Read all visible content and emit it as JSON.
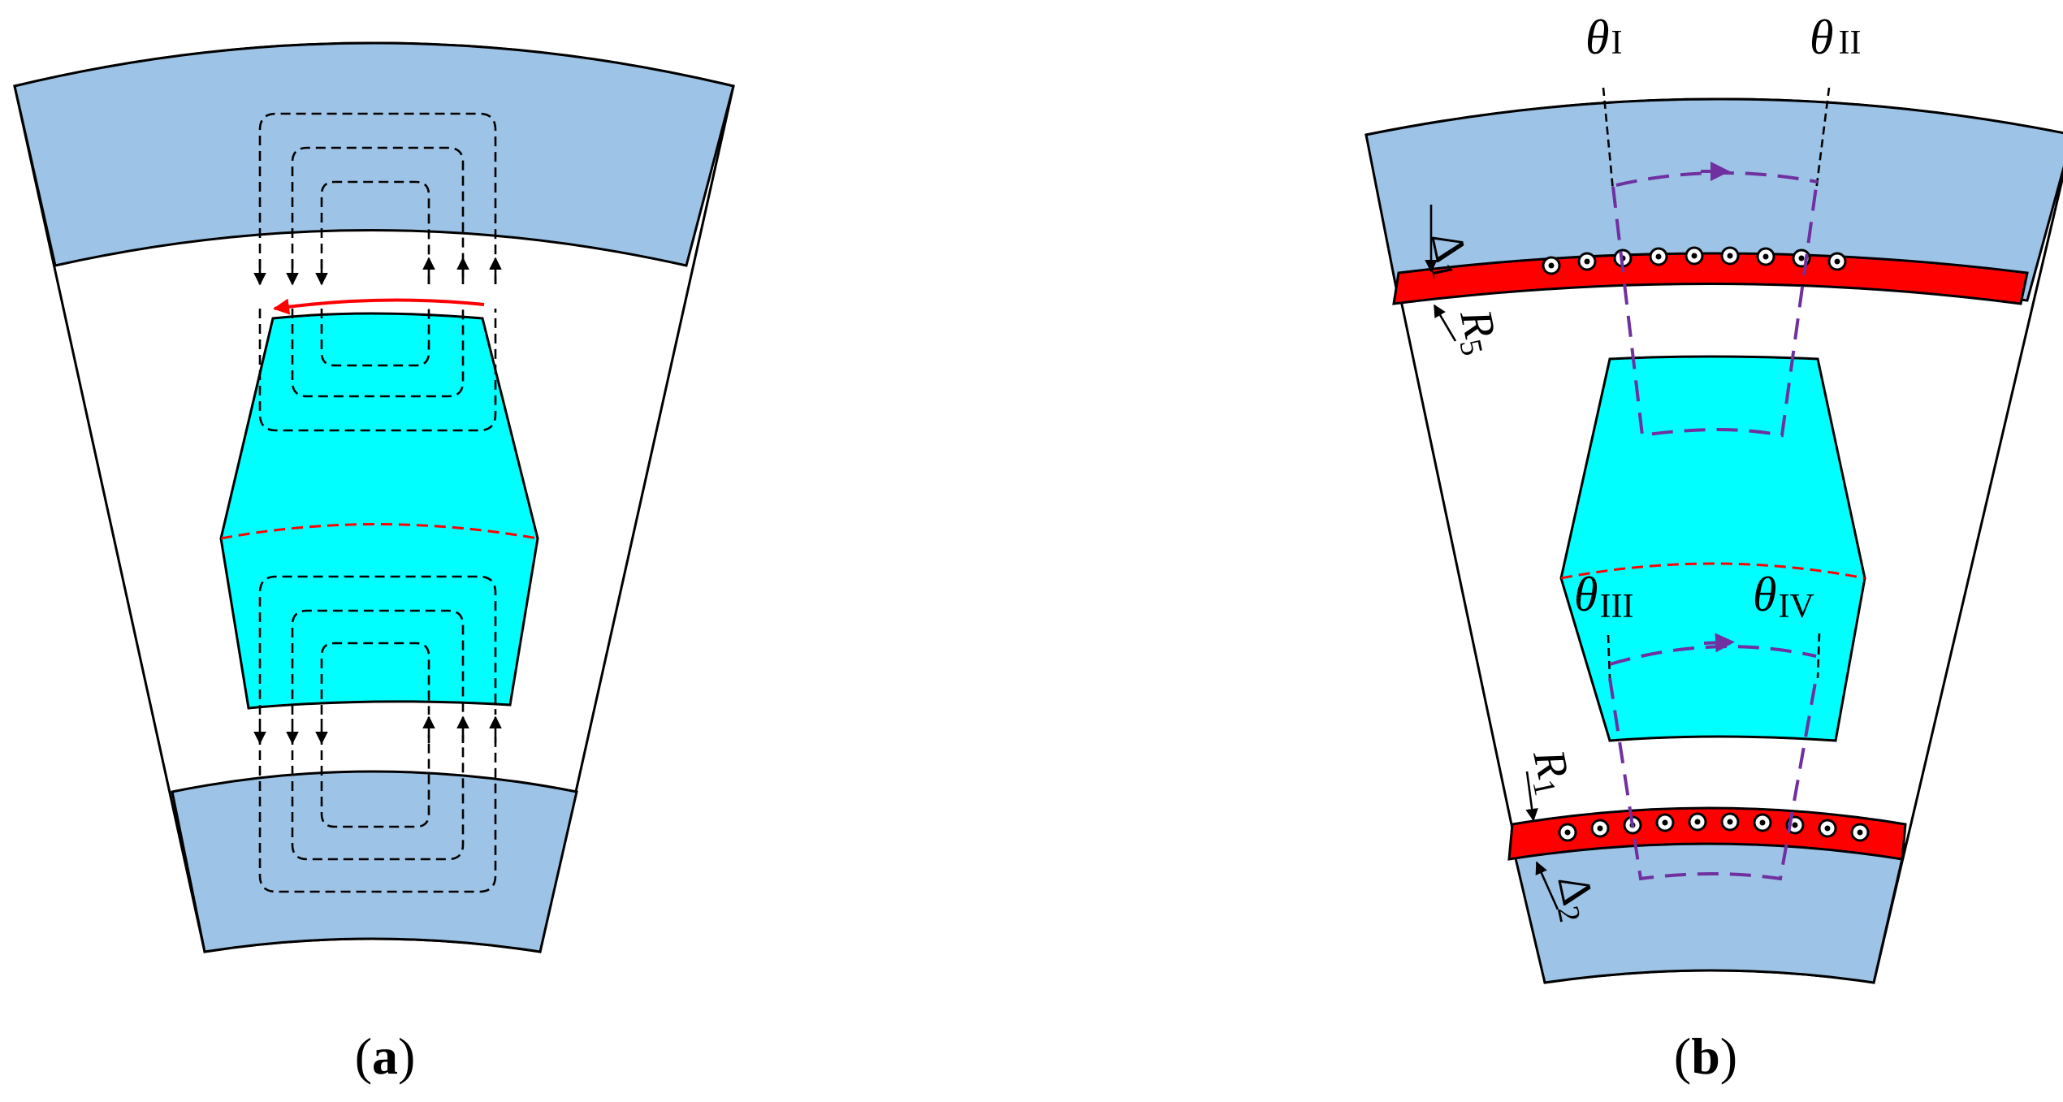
{
  "panel_a": {
    "caption_open": "(",
    "caption_letter": "a",
    "caption_close": ")"
  },
  "panel_b": {
    "caption_open": "(",
    "caption_letter": "b",
    "caption_close": ")",
    "angle_labels": {
      "theta_1": {
        "symbol": "θ",
        "sub": "I"
      },
      "theta_2": {
        "symbol": "θ",
        "sub": "II"
      },
      "theta_3": {
        "symbol": "θ",
        "sub": "III"
      },
      "theta_4": {
        "symbol": "θ",
        "sub": "IV"
      }
    },
    "dimension_labels": {
      "delta_1": {
        "symbol": "Δ",
        "sub": "1"
      },
      "r_5": {
        "symbol": "R",
        "sub": "5"
      },
      "r_1": {
        "symbol": "R",
        "sub": "1"
      },
      "delta_2": {
        "symbol": "Δ",
        "sub": "2"
      }
    }
  },
  "colors": {
    "iron": "#9dc3e6",
    "pole": "#00ffff",
    "winding": "#ff0000",
    "flux_path": "#7030a0",
    "outline": "#000000"
  }
}
